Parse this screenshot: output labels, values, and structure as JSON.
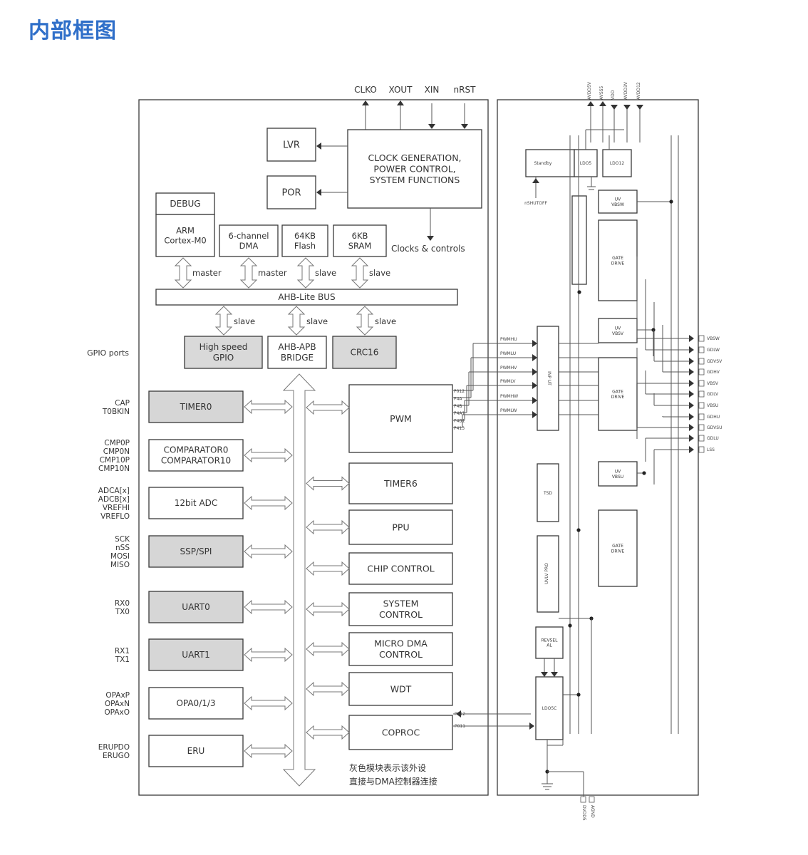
{
  "heading": "内部框图",
  "clock_pins": [
    "CLKO",
    "XOUT",
    "XIN",
    "nRST"
  ],
  "top_right_pins": [
    "AVDD5V",
    "AVSS5",
    "VDD",
    "AVDD3V",
    "AVDD12"
  ],
  "blocks": {
    "lvr": "LVR",
    "por": "POR",
    "clock_gen": [
      "CLOCK GENERATION,",
      "POWER CONTROL,",
      "SYSTEM FUNCTIONS"
    ],
    "clocks_controls": "Clocks & controls",
    "debug": "DEBUG",
    "arm": [
      "ARM",
      "Cortex-M0"
    ],
    "dma": [
      "6-channel",
      "DMA"
    ],
    "flash": [
      "64KB",
      "Flash"
    ],
    "sram": [
      "6KB",
      "SRAM"
    ],
    "master1": "master",
    "master2": "master",
    "slave1": "slave",
    "slave2": "slave",
    "ahb_bus": "AHB-Lite BUS",
    "slave3": "slave",
    "slave4": "slave",
    "slave5": "slave",
    "gpio": [
      "High speed",
      "GPIO"
    ],
    "ahb_apb": [
      "AHB-APB",
      "BRIDGE"
    ],
    "crc": "CRC16",
    "gpio_ports": "GPIO ports"
  },
  "left_blocks": [
    {
      "label": "TIMER0",
      "pins": [
        "CAP",
        "T0BKIN"
      ],
      "grey": true
    },
    {
      "label": "COMPARATOR0\nCOMPARATOR10",
      "pins": [
        "CMP0P",
        "CMP0N",
        "CMP10P",
        "CMP10N"
      ],
      "grey": false
    },
    {
      "label": "12bit ADC",
      "pins": [
        "ADCA[x]",
        "ADCB[x]",
        "VREFHI",
        "VREFLO"
      ],
      "grey": false
    },
    {
      "label": "SSP/SPI",
      "pins": [
        "SCK",
        "nSS",
        "MOSI",
        "MISO"
      ],
      "grey": true
    },
    {
      "label": "UART0",
      "pins": [
        "RX0",
        "TX0"
      ],
      "grey": true
    },
    {
      "label": "UART1",
      "pins": [
        "RX1",
        "TX1"
      ],
      "grey": true
    },
    {
      "label": "OPA0/1/3",
      "pins": [
        "OPAxP",
        "OPAxN",
        "OPAxO"
      ],
      "grey": false
    },
    {
      "label": "ERU",
      "pins": [
        "ERUPDO",
        "ERUGO"
      ],
      "grey": false
    }
  ],
  "right_blocks": [
    "PWM",
    "TIMER6",
    "PPU",
    "CHIP CONTROL",
    "SYSTEM\nCONTROL",
    "MICRO DMA\nCONTROL",
    "WDT",
    "COPROC"
  ],
  "pwm_pins": [
    "P012",
    "P4A",
    "P4B",
    "P4A1",
    "P4B1",
    "P413"
  ],
  "coproc_pins": [
    "P012",
    "P011"
  ],
  "note": [
    "灰色模块表示该外设",
    "直接与DMA控制器连接"
  ],
  "driver": {
    "standby": "Standby",
    "ldo5": "LDO5",
    "ldo12": "LDO12",
    "standby_pin": "nSHUTOFF",
    "uv1": [
      "UV",
      "VBSW"
    ],
    "gate1": [
      "GATE",
      "DRIVE"
    ],
    "uv2": [
      "UV",
      "VBSV"
    ],
    "gate2": [
      "GATE",
      "DRIVE"
    ],
    "uv3": [
      "UV",
      "VBSU"
    ],
    "gate3": [
      "GATE",
      "DRIVE"
    ],
    "input": [
      "INP",
      "UT"
    ],
    "tsd": "TSD",
    "uvp": [
      "UVLV",
      "PRO"
    ],
    "revsel": [
      "REVSEL",
      "AL"
    ],
    "ldo": "LDO5C",
    "pwm_inputs": [
      "PWMHU",
      "PWMLU",
      "PWMHV",
      "PWMLV",
      "PWMHW",
      "PWMLW"
    ],
    "out_pins": [
      "VBSW",
      "GDLW",
      "GDVSV",
      "GDHV",
      "VBSV",
      "GDLV",
      "VBSU",
      "GDHU",
      "GDVSU",
      "GDLU",
      "LSS"
    ],
    "bottom_pins": [
      "DVDD5",
      "AGND"
    ]
  }
}
